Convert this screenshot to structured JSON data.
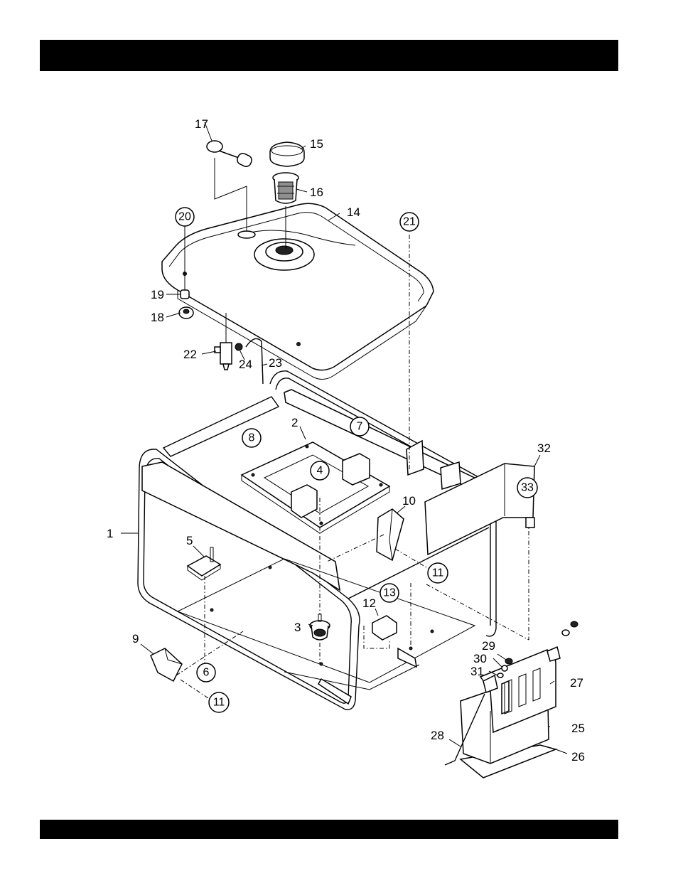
{
  "header_bar": {
    "text": ""
  },
  "footer_bar": {
    "text": ""
  },
  "labels": [
    {
      "id": "p1",
      "text": "1"
    },
    {
      "id": "p2",
      "text": "2"
    },
    {
      "id": "p3",
      "text": "3"
    },
    {
      "id": "p5",
      "text": "5"
    },
    {
      "id": "p9",
      "text": "9"
    },
    {
      "id": "p10",
      "text": "10"
    },
    {
      "id": "p12",
      "text": "12"
    },
    {
      "id": "p14",
      "text": "14"
    },
    {
      "id": "p15",
      "text": "15"
    },
    {
      "id": "p16",
      "text": "16"
    },
    {
      "id": "p17",
      "text": "17"
    },
    {
      "id": "p18",
      "text": "18"
    },
    {
      "id": "p19",
      "text": "19"
    },
    {
      "id": "p22",
      "text": "22"
    },
    {
      "id": "p23",
      "text": "23"
    },
    {
      "id": "p24",
      "text": "24"
    },
    {
      "id": "p25",
      "text": "25"
    },
    {
      "id": "p26",
      "text": "26"
    },
    {
      "id": "p27",
      "text": "27"
    },
    {
      "id": "p28",
      "text": "28"
    },
    {
      "id": "p29",
      "text": "29"
    },
    {
      "id": "p30",
      "text": "30"
    },
    {
      "id": "p31",
      "text": "31"
    },
    {
      "id": "p32",
      "text": "32"
    }
  ],
  "circled_labels": [
    {
      "id": "c4",
      "text": "4"
    },
    {
      "id": "c6",
      "text": "6"
    },
    {
      "id": "c7",
      "text": "7"
    },
    {
      "id": "c8",
      "text": "8"
    },
    {
      "id": "c11a",
      "text": "11"
    },
    {
      "id": "c11b",
      "text": "11"
    },
    {
      "id": "c13",
      "text": "13"
    },
    {
      "id": "c20",
      "text": "20"
    },
    {
      "id": "c21",
      "text": "21"
    },
    {
      "id": "c33",
      "text": "33"
    }
  ]
}
